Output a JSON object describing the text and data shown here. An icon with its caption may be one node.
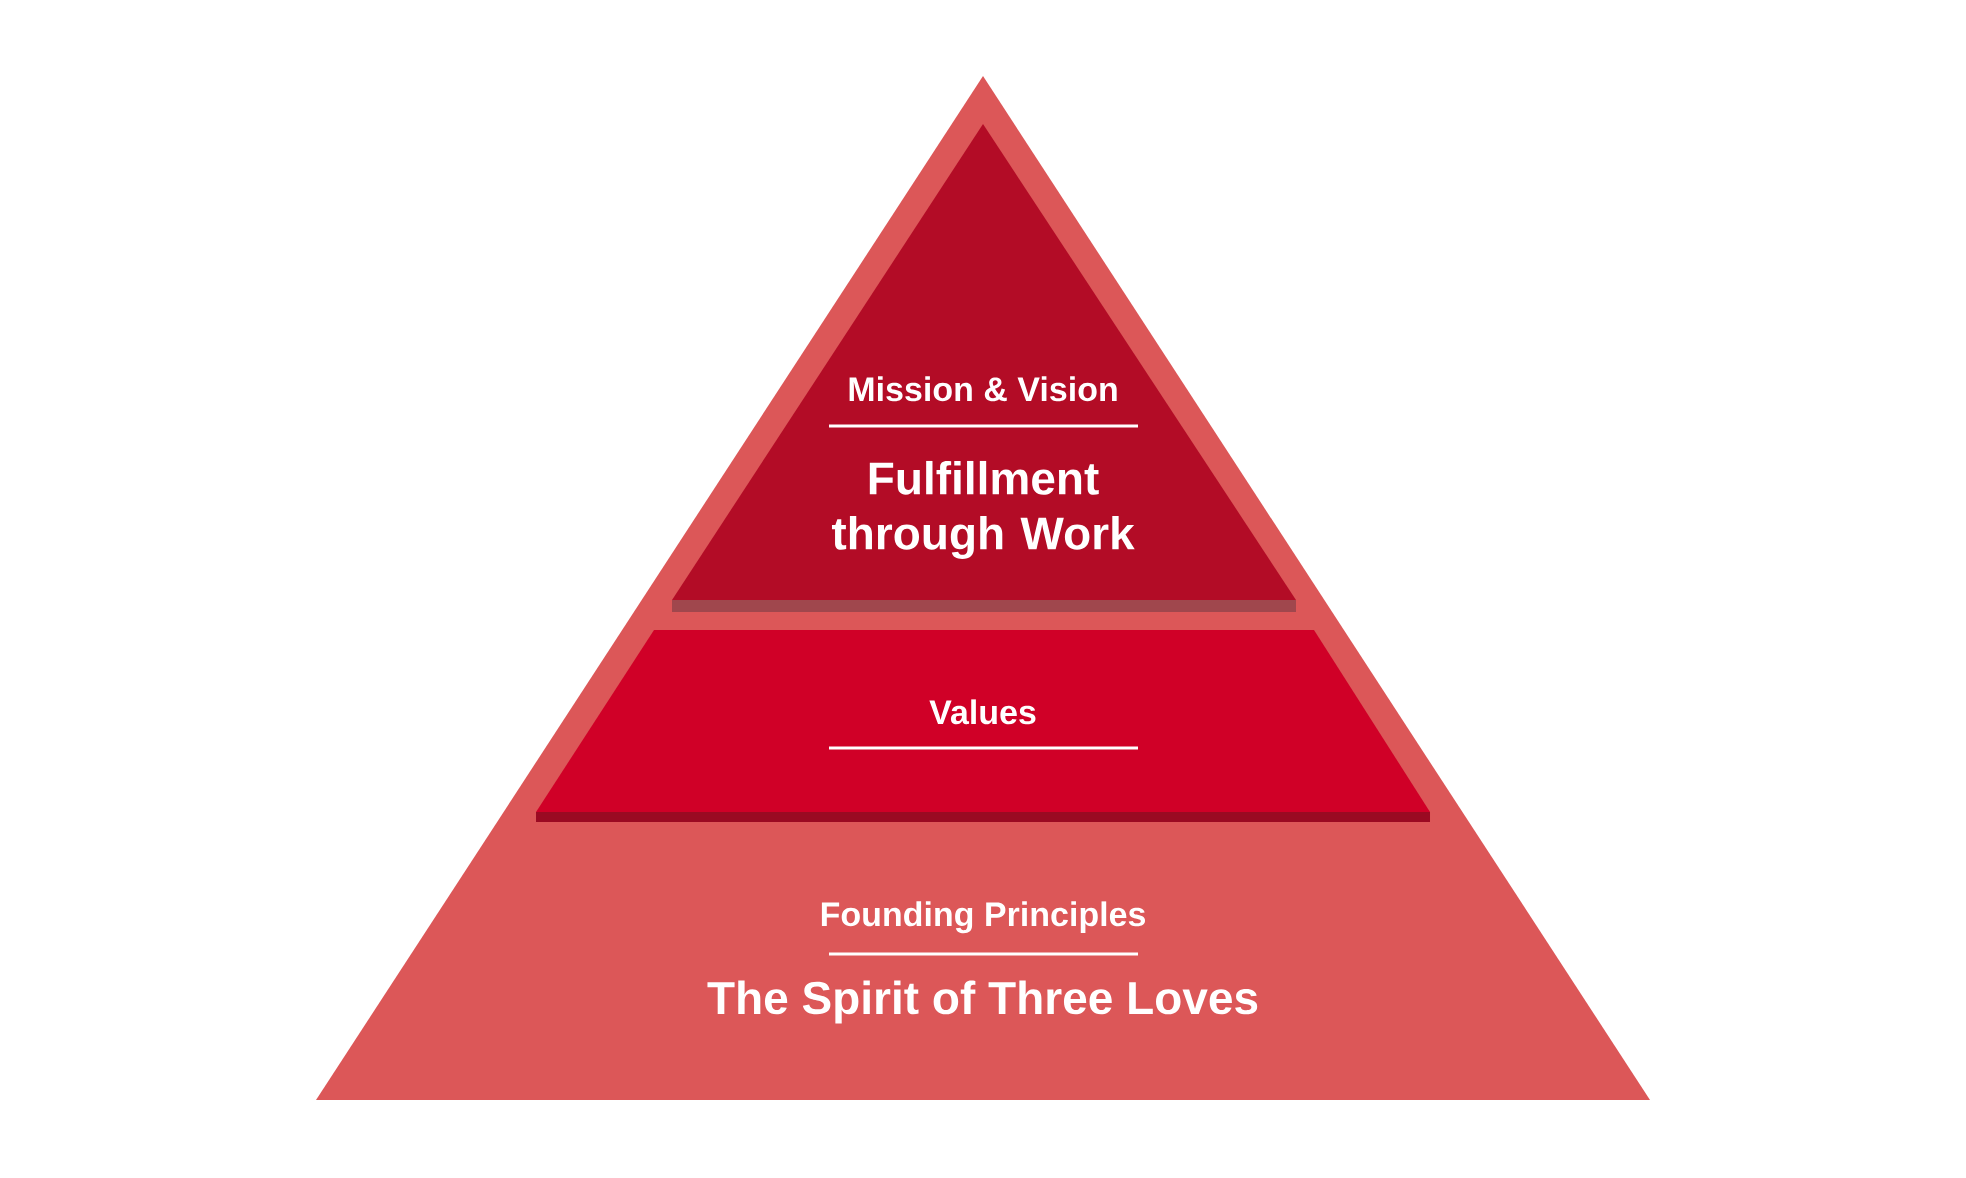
{
  "diagram": {
    "nodes": [
      {
        "text": [
          "Founding Principles",
          "The Spirit of Three Loves"
        ]
      },
      {
        "text": [
          "Mission & Vision",
          "Fulfillment through Work"
        ],
        "in": 0
      },
      {
        "text": [
          "Values"
        ],
        "in": 0
      }
    ]
  }
}
